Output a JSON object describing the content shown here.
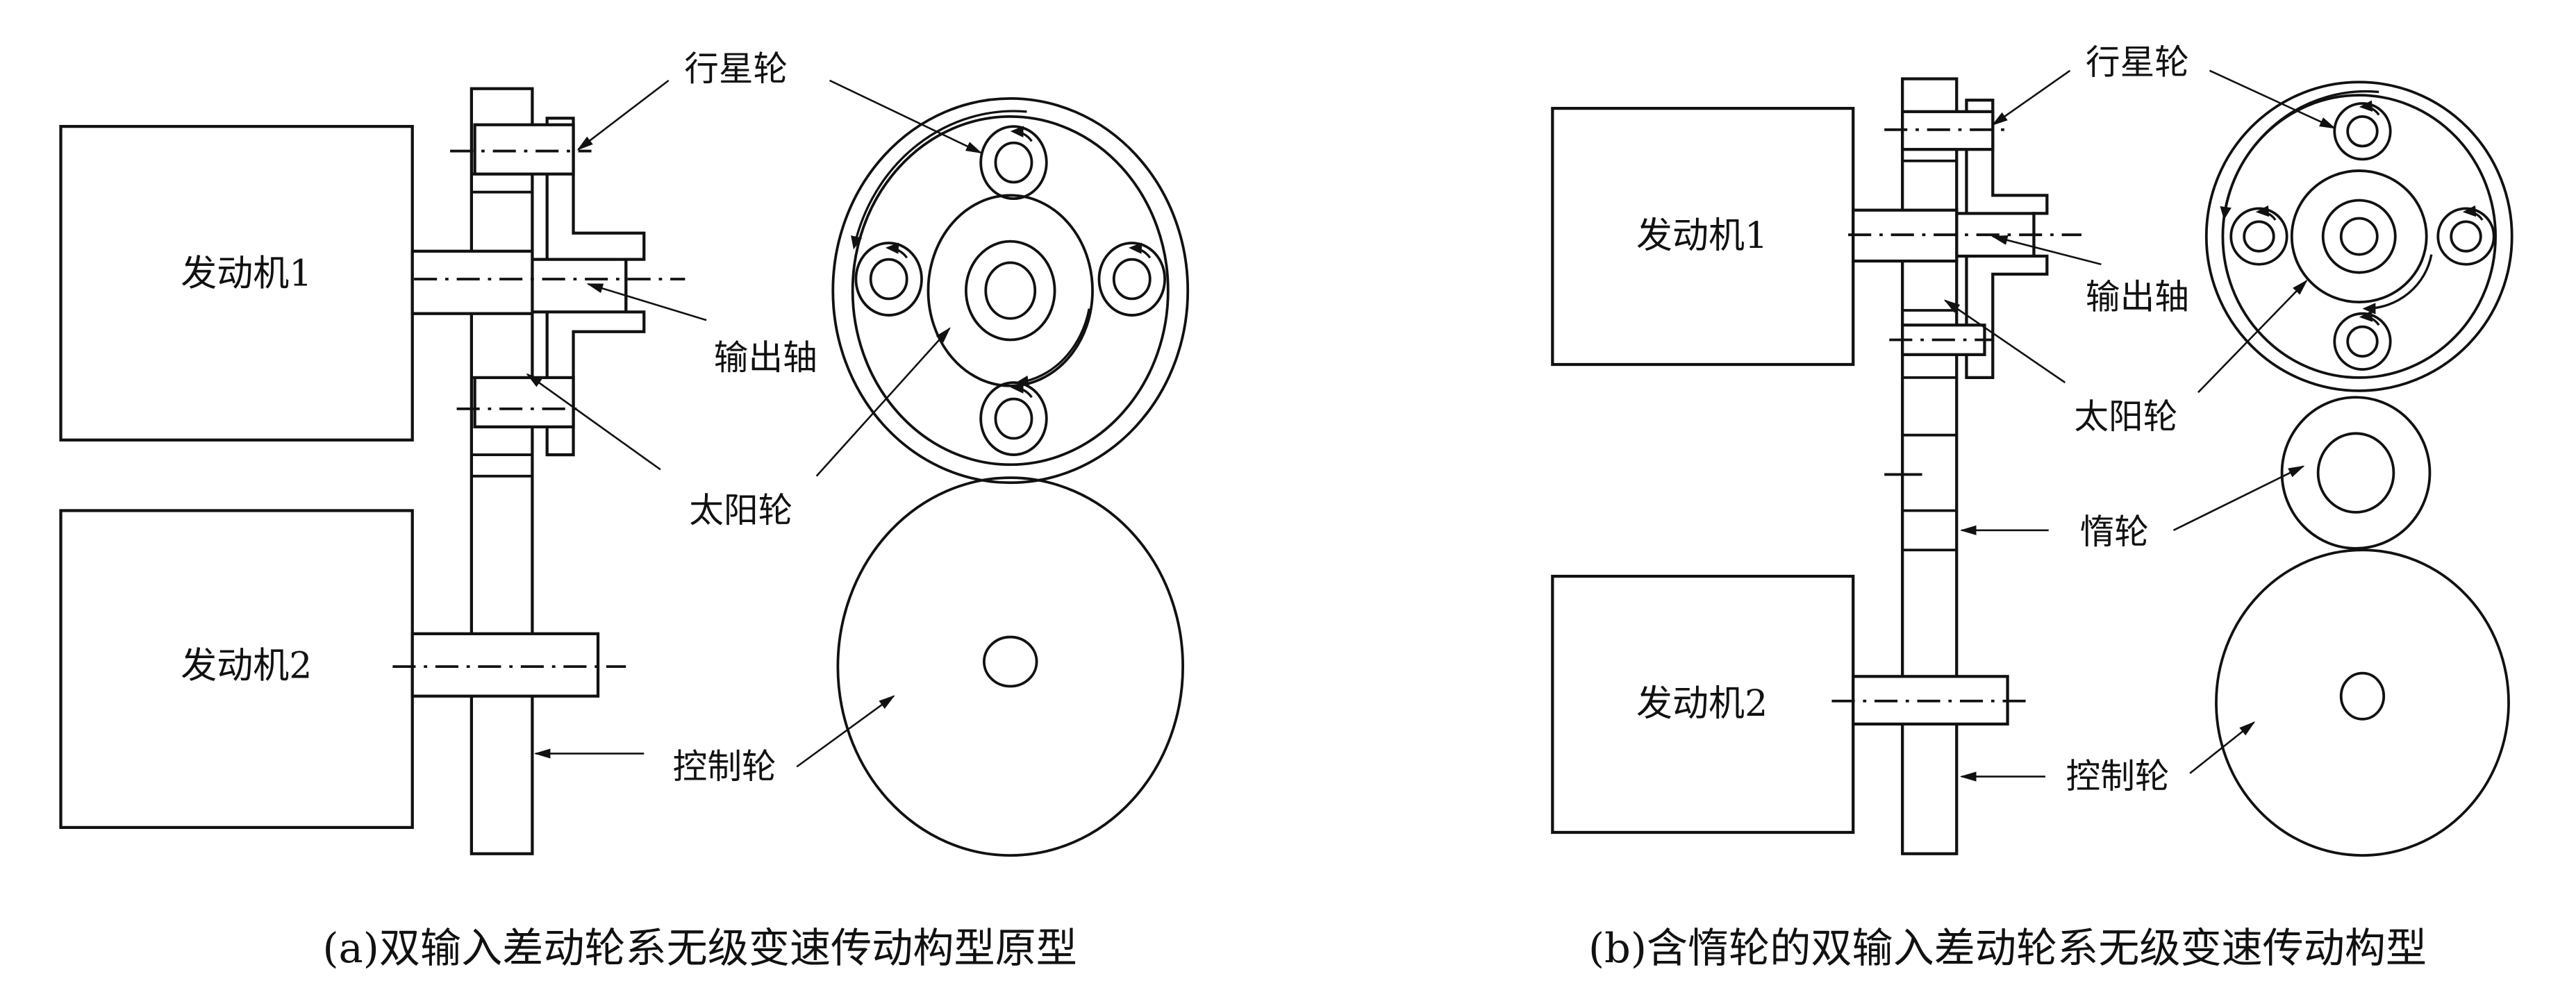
{
  "panel_a": {
    "engine1": "发动机1",
    "engine2": "发动机2",
    "planet_gear": "行星轮",
    "output_shaft": "输出轴",
    "sun_gear": "太阳轮",
    "control_wheel": "控制轮",
    "caption": "(a)双输入差动轮系无级变速传动构型原型"
  },
  "panel_b": {
    "engine1": "发动机1",
    "engine2": "发动机2",
    "planet_gear": "行星轮",
    "output_shaft": "输出轴",
    "sun_gear": "太阳轮",
    "idler_gear": "惰轮",
    "control_wheel": "控制轮",
    "caption": "(b)含惰轮的双输入差动轮系无级变速传动构型"
  }
}
